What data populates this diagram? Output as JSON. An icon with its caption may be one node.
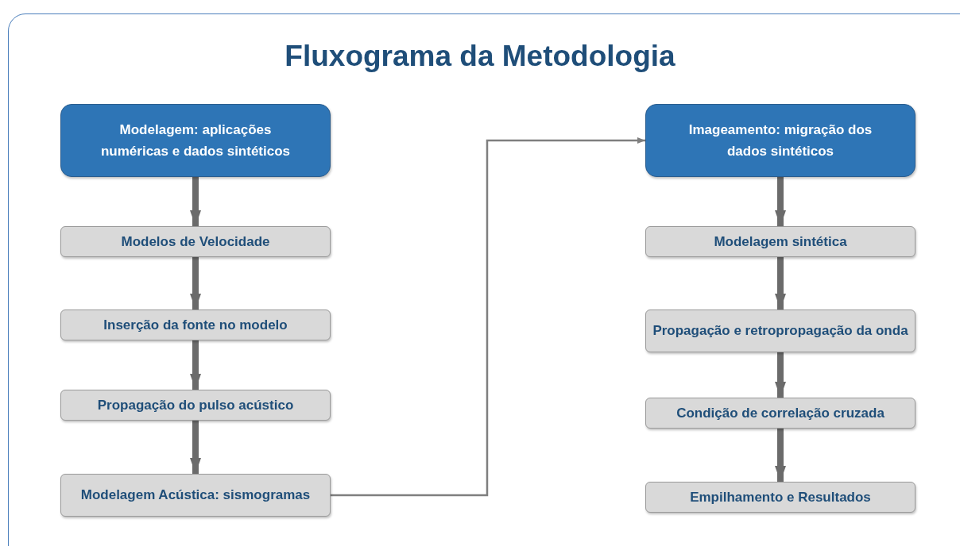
{
  "diagram": {
    "title": "Fluxograma da Metodologia",
    "nodes": [
      {
        "text": [
          "Modelagem: aplicações numéricas e dados sintéticos"
        ]
      },
      {
        "text": [
          "Modelos de Velocidade"
        ]
      },
      {
        "text": [
          "Inserção da fonte no modelo"
        ]
      },
      {
        "text": [
          "Propagação do pulso acústico"
        ]
      },
      {
        "text": [
          "Modelagem Acústica: sismogramas"
        ]
      },
      {
        "text": [
          "Imageamento: migração dos dados sintéticos"
        ]
      },
      {
        "text": [
          "Modelagem sintética"
        ]
      },
      {
        "text": [
          "Propagação e retropropagação da onda"
        ]
      },
      {
        "text": [
          "Condição de correlação cruzada"
        ]
      },
      {
        "text": [
          "Empilhamento e Resultados"
        ]
      }
    ],
    "edges": [
      {
        "from": 0,
        "to": 1,
        "arrow": "to"
      },
      {
        "from": 1,
        "to": 2,
        "arrow": "to"
      },
      {
        "from": 2,
        "to": 3,
        "arrow": "to"
      },
      {
        "from": 3,
        "to": 4,
        "arrow": "to"
      },
      {
        "from": 4,
        "to": 5,
        "arrow": "to"
      },
      {
        "from": 5,
        "to": 6,
        "arrow": "to"
      },
      {
        "from": 6,
        "to": 7,
        "arrow": "to"
      },
      {
        "from": 7,
        "to": 8,
        "arrow": "to"
      },
      {
        "from": 8,
        "to": 9,
        "arrow": "to"
      }
    ]
  }
}
